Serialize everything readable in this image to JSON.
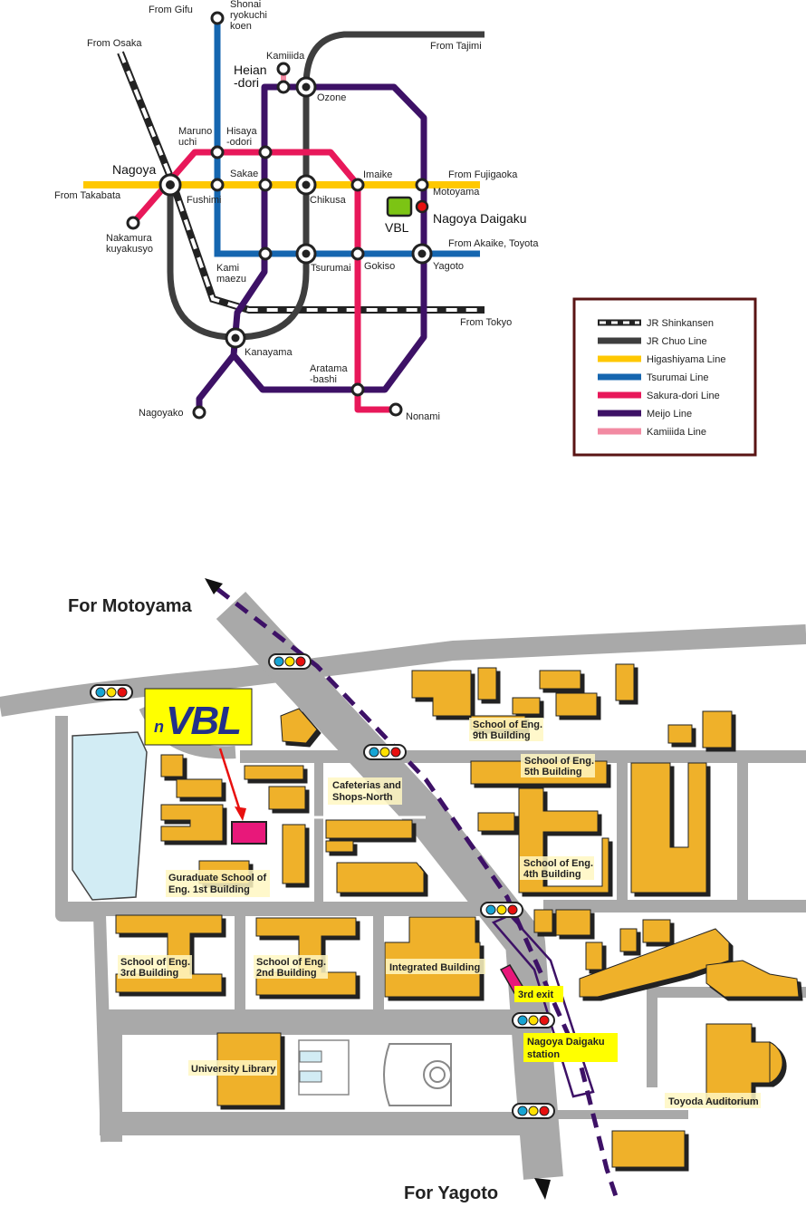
{
  "colors": {
    "chuo": "#3e3e3e",
    "higashiyama": "#ffc800",
    "tsurumai": "#1566b0",
    "sakura": "#e8185a",
    "meijo": "#3d1166",
    "kamiiida": "#f28aa2",
    "road": "#a9a9a9",
    "building": "#efb12c",
    "building_shadow": "#222222",
    "pond": "#d2ecf4",
    "highlight": "#e8187a",
    "label_bg": "#fff7c2",
    "vbl_bg": "#ffff00",
    "vbl_text": "#22308a",
    "legend_border": "#5a1414",
    "vbl_station": "#7cc414",
    "nagoya_daigaku_station": "#e8100f"
  },
  "route_map": {
    "stations": {
      "shonai": "Shonai\nryokuchi\nkoen",
      "kamiiida": "Kamiiida",
      "heian": "Heian\n-dori",
      "ozone": "Ozone",
      "maruno": "Maruno\nuchi",
      "hisaya": "Hisaya\n-odori",
      "nagoya": "Nagoya",
      "sakae": "Sakae",
      "fushimi": "Fushimi",
      "imaike": "Imaike",
      "chikusa": "Chikusa",
      "motoyama": "Motoyama",
      "nagoya_daigaku": "Nagoya Daigaku",
      "vbl": "VBL",
      "nakamura": "Nakamura\nkuyakusyo",
      "kamimaezu": "Kami\nmaezu",
      "tsurumai": "Tsurumai",
      "gokiso": "Gokiso",
      "yagoto": "Yagoto",
      "kanayama": "Kanayama",
      "aratama": "Aratama\n-bashi",
      "nagoyako": "Nagoyako",
      "nonami": "Nonami"
    },
    "directions": {
      "gifu": "From Gifu",
      "osaka": "From Osaka",
      "tajimi": "From Tajimi",
      "fujigaoka": "From Fujigaoka",
      "takabata": "From Takabata",
      "akaike": "From Akaike, Toyota",
      "tokyo": "From Tokyo"
    },
    "legend": [
      {
        "label": "JR Shinkansen",
        "key": "shinkansen"
      },
      {
        "label": "JR Chuo Line",
        "key": "chuo"
      },
      {
        "label": "Higashiyama Line",
        "key": "higashiyama"
      },
      {
        "label": "Tsurumai Line",
        "key": "tsurumai"
      },
      {
        "label": "Sakura-dori Line",
        "key": "sakura"
      },
      {
        "label": "Meijo Line",
        "key": "meijo"
      },
      {
        "label": "Kamiiida Line",
        "key": "kamiiida"
      }
    ]
  },
  "campus_map": {
    "for_motoyama": "For Motoyama",
    "for_yagoto": "For Yagoto",
    "vbl_logo": "VBL",
    "vbl_logo_prefix": "n",
    "third_exit": "3rd exit",
    "station": "Nagoya Daigaku\nstation",
    "buildings": {
      "eng9": "School of Eng.\n9th Building",
      "eng5": "School of Eng.\n5th Building",
      "cafeterias": "Cafeterias and\nShops-North",
      "eng4": "School of Eng.\n4th Building",
      "grad1": "Guraduate School of\nEng. 1st Building",
      "eng3": "School of Eng.\n3rd Building",
      "eng2": "School of Eng.\n2nd Building",
      "integrated": "Integrated Building",
      "library": "University Library",
      "toyoda": "Toyoda Auditorium"
    }
  }
}
